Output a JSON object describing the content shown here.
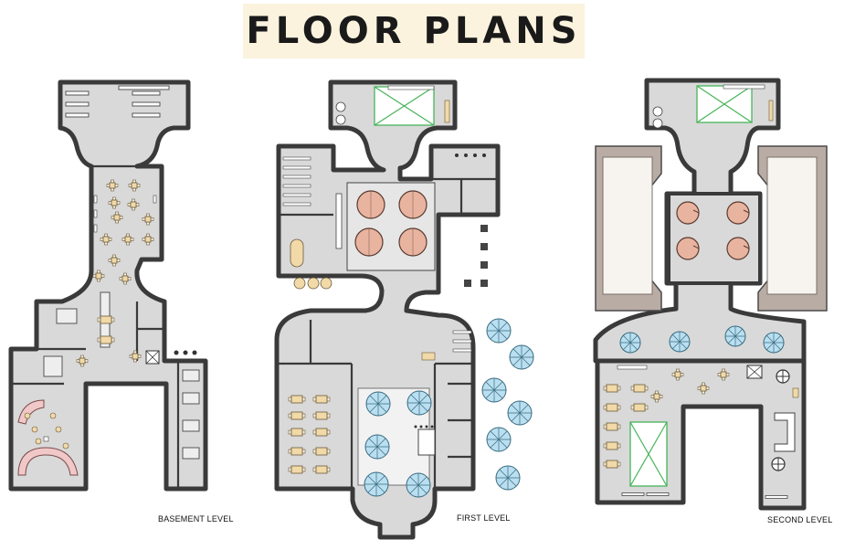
{
  "title": "FLOOR PLANS",
  "levels": [
    {
      "label": "BASEMENT LEVEL"
    },
    {
      "label": "FIRST LEVEL"
    },
    {
      "label": "SECOND LEVEL"
    }
  ],
  "colors": {
    "banner": "#fbf3de",
    "floor": "#d9d9d9",
    "wall": "#3a3a3a",
    "kiln": "#e8b4a0",
    "umbrella": "#b9dff0",
    "skylight": "#47b45a",
    "roof": "#b8aca4",
    "table": "#f1d9a8"
  }
}
